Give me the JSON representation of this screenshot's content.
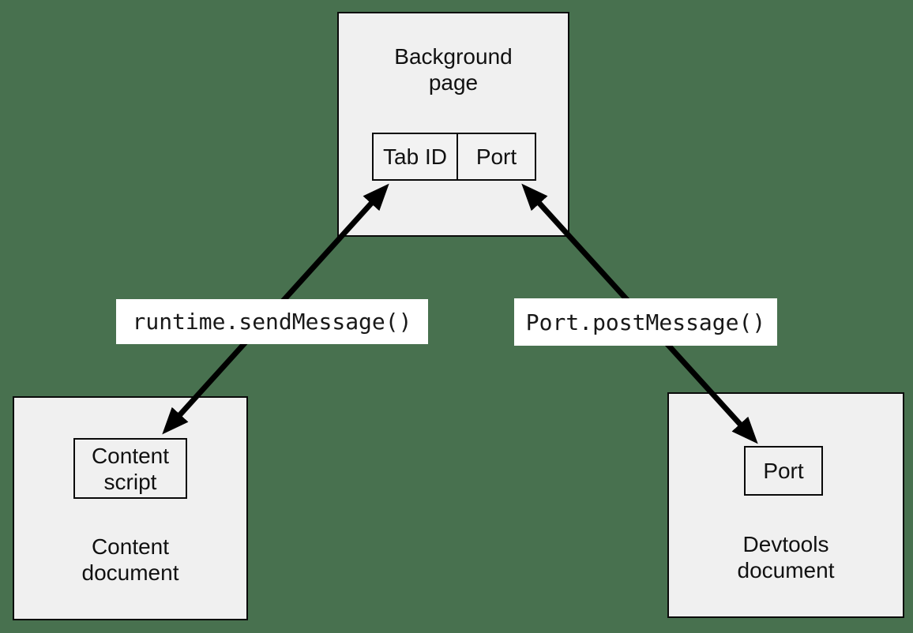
{
  "canvas": {
    "background_color": "#48714F",
    "node_fill_color": "#F0F0F0",
    "line_color": "#000000"
  },
  "nodes": {
    "background_page": {
      "title": "Background\npage",
      "cells": {
        "tab_id": "Tab ID",
        "port": "Port"
      }
    },
    "content_document": {
      "title": "Content\ndocument",
      "inner": "Content\nscript"
    },
    "devtools_document": {
      "title": "Devtools\ndocument",
      "inner": "Port"
    }
  },
  "edges": {
    "content_to_background": {
      "label": "runtime.sendMessage()"
    },
    "devtools_to_background": {
      "label": "Port.postMessage()"
    }
  }
}
